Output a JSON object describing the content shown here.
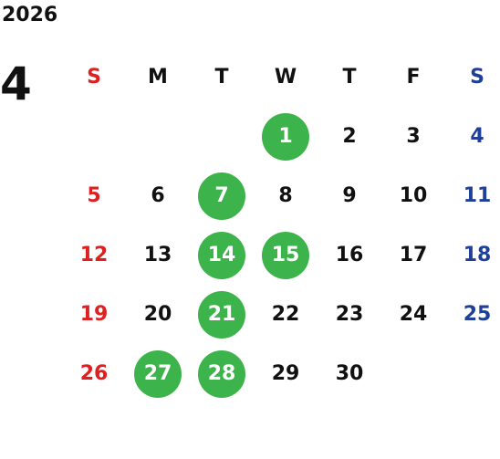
{
  "year": "2026",
  "month": "4",
  "colors": {
    "sunday": "#e02020",
    "saturday": "#1f3f99",
    "weekday": "#111111",
    "highlight_bg": "#3cb44b",
    "highlight_text": "#ffffff"
  },
  "weekdays": [
    "S",
    "M",
    "T",
    "W",
    "T",
    "F",
    "S"
  ],
  "first_weekday_index": 3,
  "days": [
    "1",
    "2",
    "3",
    "4",
    "5",
    "6",
    "7",
    "8",
    "9",
    "10",
    "11",
    "12",
    "13",
    "14",
    "15",
    "16",
    "17",
    "18",
    "19",
    "20",
    "21",
    "22",
    "23",
    "24",
    "25",
    "26",
    "27",
    "28",
    "29",
    "30"
  ],
  "highlighted_days": [
    "1",
    "7",
    "14",
    "15",
    "21",
    "27",
    "28"
  ]
}
